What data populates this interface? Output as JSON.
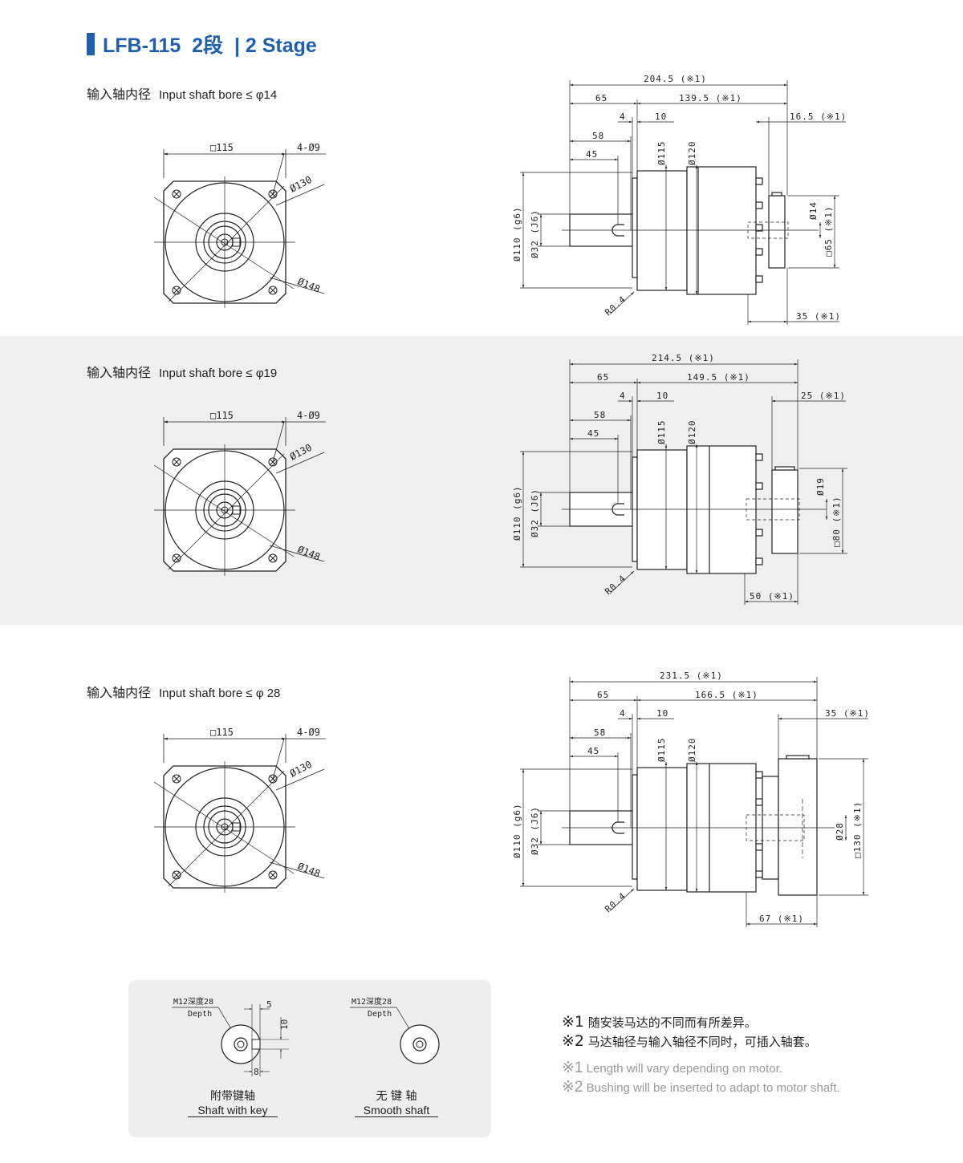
{
  "header": {
    "title": "LFB-115  2段  | 2 Stage",
    "accent_color": "#1f5fae"
  },
  "sections": [
    {
      "bore_label_zh": "输入轴内径",
      "bore_label_en": "Input shaft bore  ≤ φ14",
      "front": {
        "square": "□115",
        "holes": "4-Ø9",
        "pcd": "Ø130",
        "outer": "Ø148"
      },
      "side": {
        "total": "204.5 (※1)",
        "d65": "65",
        "d_motor": "139.5 (※1)",
        "d4": "4",
        "d10": "10",
        "d58": "58",
        "d45": "45",
        "d115": "Ø115",
        "d120": "Ø120",
        "d_flange_ext": "16.5 (※1)",
        "d110": "Ø110 (g6)",
        "d32": "Ø32 (J6)",
        "d_bore": "Ø14",
        "d_adapter": "□65 (※1)",
        "d_bottom": "35 (※1)",
        "r": "R0.4"
      }
    },
    {
      "bore_label_zh": "输入轴内径",
      "bore_label_en": "Input shaft bore  ≤ φ19",
      "front": {
        "square": "□115",
        "holes": "4-Ø9",
        "pcd": "Ø130",
        "outer": "Ø148"
      },
      "side": {
        "total": "214.5 (※1)",
        "d65": "65",
        "d_motor": "149.5 (※1)",
        "d4": "4",
        "d10": "10",
        "d58": "58",
        "d45": "45",
        "d115": "Ø115",
        "d120": "Ø120",
        "d_flange_ext": "25 (※1)",
        "d110": "Ø110 (g6)",
        "d32": "Ø32 (J6)",
        "d_bore": "Ø19",
        "d_adapter": "□80 (※1)",
        "d_bottom": "50 (※1)",
        "r": "R0.4"
      }
    },
    {
      "bore_label_zh": "输入轴内径",
      "bore_label_en": "Input shaft bore  ≤ φ 28",
      "front": {
        "square": "□115",
        "holes": "4-Ø9",
        "pcd": "Ø130",
        "outer": "Ø148"
      },
      "side": {
        "total": "231.5 (※1)",
        "d65": "65",
        "d_motor": "166.5 (※1)",
        "d4": "4",
        "d10": "10",
        "d58": "58",
        "d45": "45",
        "d115": "Ø115",
        "d120": "Ø120",
        "d_flange_ext": "35 (※1)",
        "d110": "Ø110 (g6)",
        "d32": "Ø32 (J6)",
        "d_bore": "Ø28",
        "d_adapter": "□130 (※1)",
        "d_bottom": "67 (※1)",
        "r": "R0.4"
      }
    }
  ],
  "shaft_types": {
    "keyed": {
      "thread": "M12深度28",
      "depth": "Depth",
      "d5": "5",
      "d10": "10",
      "d8": "8",
      "label_zh": "附带键轴",
      "label_en": "Shaft with key"
    },
    "smooth": {
      "thread": "M12深度28",
      "depth": "Depth",
      "label_zh": "无 键 轴",
      "label_en": "Smooth shaft"
    }
  },
  "notes": [
    {
      "mark": "※1",
      "zh": "随安装马达的不同而有所差异。",
      "en": "Length will vary depending on motor."
    },
    {
      "mark": "※2",
      "zh": "马达轴径与输入轴径不同时，可插入轴套。",
      "en": "Bushing will be inserted to adapt to motor shaft."
    }
  ],
  "colors": {
    "band_gray": "#efefef",
    "line": "#222222",
    "note_gray": "#999999"
  }
}
